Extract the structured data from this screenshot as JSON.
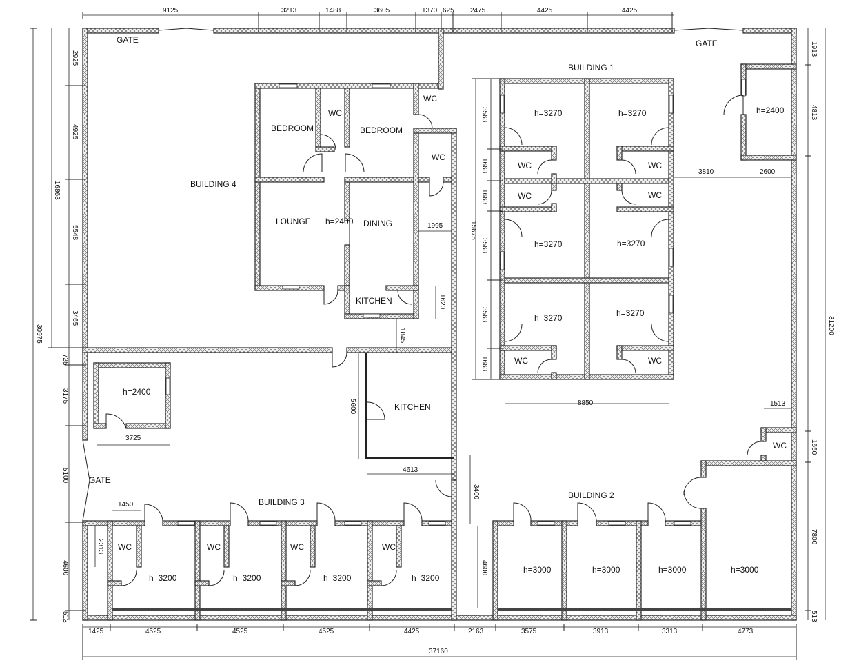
{
  "labels": [
    {
      "id": "gate-top-left",
      "text": "GATE"
    },
    {
      "id": "gate-top-right",
      "text": "GATE"
    },
    {
      "id": "gate-left",
      "text": "GATE"
    },
    {
      "id": "building-1",
      "text": "BUILDING 1"
    },
    {
      "id": "building-2",
      "text": "BUILDING 2"
    },
    {
      "id": "building-3",
      "text": "BUILDING 3"
    },
    {
      "id": "building-4",
      "text": "BUILDING 4"
    },
    {
      "id": "bedroom-1",
      "text": "BEDROOM"
    },
    {
      "id": "bedroom-2",
      "text": "BEDROOM"
    },
    {
      "id": "wc-b4-1",
      "text": "WC"
    },
    {
      "id": "wc-b4-2",
      "text": "WC"
    },
    {
      "id": "wc-b4-3",
      "text": "WC"
    },
    {
      "id": "lounge",
      "text": "LOUNGE"
    },
    {
      "id": "h-2400-b4",
      "text": "h=2400"
    },
    {
      "id": "dining",
      "text": "DINING"
    },
    {
      "id": "kitchen-small",
      "text": "KITCHEN"
    },
    {
      "id": "kitchen-large",
      "text": "KITCHEN"
    },
    {
      "id": "h-2400-small-left",
      "text": "h=2400"
    },
    {
      "id": "h-2400-small-right",
      "text": "h=2400"
    },
    {
      "id": "b1-h-1",
      "text": "h=3270"
    },
    {
      "id": "b1-h-2",
      "text": "h=3270"
    },
    {
      "id": "b1-h-3",
      "text": "h=3270"
    },
    {
      "id": "b1-h-4",
      "text": "h=3270"
    },
    {
      "id": "b1-h-5",
      "text": "h=3270"
    },
    {
      "id": "b1-h-6",
      "text": "h=3270"
    },
    {
      "id": "b1-wc-1",
      "text": "WC"
    },
    {
      "id": "b1-wc-2",
      "text": "WC"
    },
    {
      "id": "b1-wc-3",
      "text": "WC"
    },
    {
      "id": "b1-wc-4",
      "text": "WC"
    },
    {
      "id": "b1-wc-5",
      "text": "WC"
    },
    {
      "id": "b1-wc-6",
      "text": "WC"
    },
    {
      "id": "wc-right",
      "text": "WC"
    },
    {
      "id": "b3-wc-1",
      "text": "WC"
    },
    {
      "id": "b3-wc-2",
      "text": "WC"
    },
    {
      "id": "b3-wc-3",
      "text": "WC"
    },
    {
      "id": "b3-wc-4",
      "text": "WC"
    },
    {
      "id": "b3-h-1",
      "text": "h=3200"
    },
    {
      "id": "b3-h-2",
      "text": "h=3200"
    },
    {
      "id": "b3-h-3",
      "text": "h=3200"
    },
    {
      "id": "b3-h-4",
      "text": "h=3200"
    },
    {
      "id": "b2-h-1",
      "text": "h=3000"
    },
    {
      "id": "b2-h-2",
      "text": "h=3000"
    },
    {
      "id": "b2-h-3",
      "text": "h=3000"
    },
    {
      "id": "b2-h-4",
      "text": "h=3000"
    }
  ],
  "dimensions": {
    "top": [
      "9125",
      "3213",
      "1488",
      "3605",
      "1370",
      "625",
      "2475",
      "4425",
      "4425"
    ],
    "bottom": [
      "1425",
      "4525",
      "4525",
      "4525",
      "4425",
      "2163",
      "3575",
      "3913",
      "3313",
      "4773"
    ],
    "overall_width": "37160",
    "left_outer": "30975",
    "left_b4_total": "16863",
    "left_b4": [
      "2925",
      "4925",
      "5548",
      "3465"
    ],
    "left_lower": [
      "725",
      "3175",
      "5100",
      "4600",
      "513"
    ],
    "right_outer": "31200",
    "right": [
      "1913",
      "4813",
      "1650",
      "7800",
      "513"
    ],
    "b1_left": [
      "3563",
      "1663",
      "1663",
      "3563",
      "3563",
      "1663"
    ],
    "b1_total": "15675",
    "b1_width": "8850",
    "misc": [
      "3810",
      "2600",
      "1995",
      "1620",
      "1845",
      "5600",
      "4613",
      "3400",
      "3725",
      "1450",
      "2313",
      "4600",
      "4600",
      "1513"
    ]
  }
}
